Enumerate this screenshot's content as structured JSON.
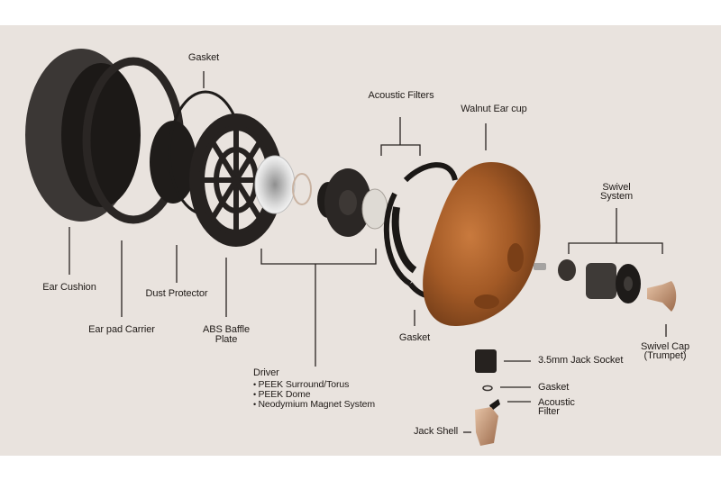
{
  "diagram": {
    "type": "exploded-view",
    "subject": "headphone ear cup assembly",
    "background_color": "#e9e3de",
    "line_color": "#2a2421"
  },
  "labels": {
    "gasket_top": "Gasket",
    "acoustic_filters": "Acoustic Filters",
    "walnut_ear_cup": "Walnut Ear cup",
    "swivel_system_l1": "Swivel",
    "swivel_system_l2": "System",
    "ear_cushion": "Ear Cushion",
    "ear_pad_carrier": "Ear pad Carrier",
    "dust_protector": "Dust Protector",
    "abs_baffle_l1": "ABS Baffle",
    "abs_baffle_l2": "Plate",
    "gasket_mid": "Gasket",
    "swivel_cap_l1": "Swivel Cap",
    "swivel_cap_l2": "(Trumpet)",
    "jack_socket": "3.5mm Jack Socket",
    "gasket_jack": "Gasket",
    "acoustic_filter_l1": "Acoustic",
    "acoustic_filter_l2": "Filter",
    "jack_shell": "Jack Shell",
    "driver": {
      "title": "Driver",
      "items": [
        "PEEK Surround/Torus",
        "PEEK Dome",
        "Neodymium Magnet System"
      ]
    }
  }
}
